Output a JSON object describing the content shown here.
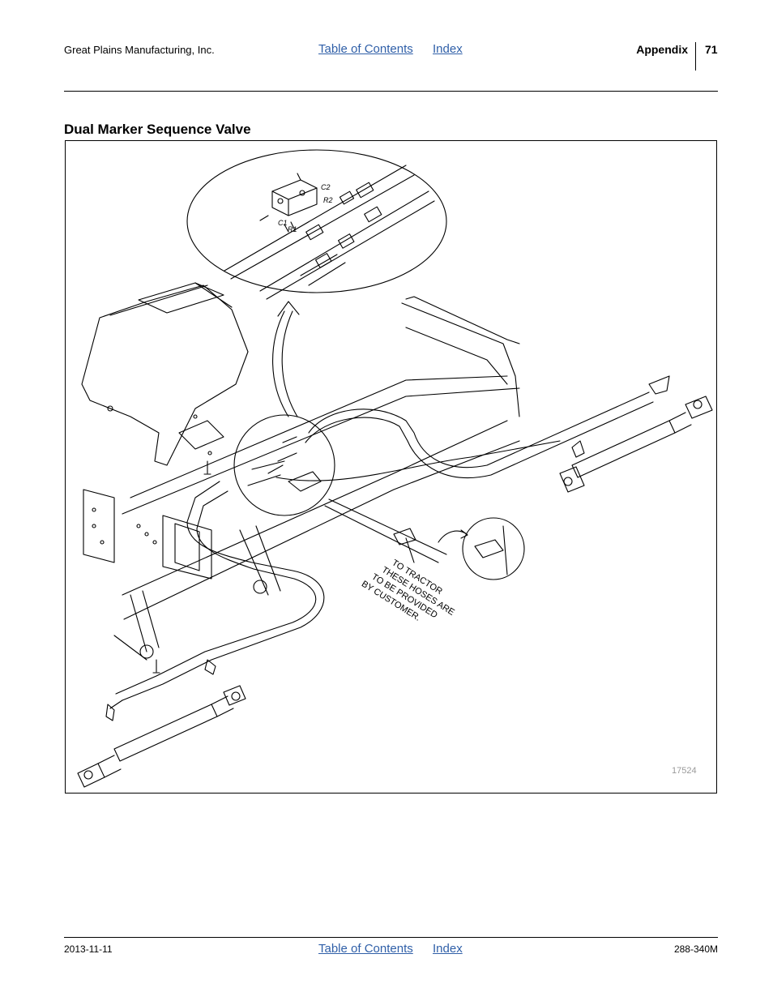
{
  "header": {
    "company": "Great Plains Manufacturing, Inc.",
    "toc_link": "Table of Contents",
    "index_link": "Index",
    "section": "Appendix",
    "page_number": "71"
  },
  "main": {
    "title": "Dual Marker Sequence Valve",
    "figure": {
      "callouts": {
        "c2": "C2",
        "r2": "R2",
        "c1": "C1",
        "r1": "R1"
      },
      "note_lines": [
        "TO TRACTOR",
        "THESE HOSES ARE",
        "TO BE PROVIDED",
        "BY CUSTOMER."
      ],
      "figure_number": "17524"
    }
  },
  "footer": {
    "date": "2013-11-11",
    "toc_link": "Table of Contents",
    "index_link": "Index",
    "doc_number": "288-340M"
  }
}
